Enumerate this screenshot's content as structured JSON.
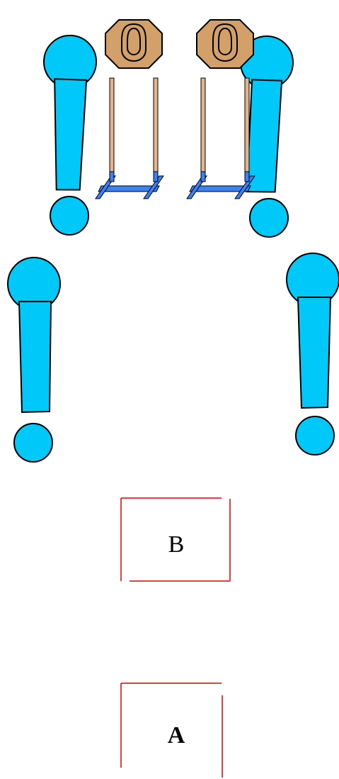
{
  "colors": {
    "background": "#ffffff",
    "no_shoot": "#00c8f8",
    "outline": "#000000",
    "target": "#d4a06a",
    "stand_wood": "#e6b48c",
    "stand_base": "#3b82f6",
    "box_border": "#e00000"
  },
  "no_shoot_targets": [
    {
      "name": "no-shoot-upper-left",
      "icon": "exclamation-no-shoot-icon"
    },
    {
      "name": "no-shoot-upper-right",
      "icon": "exclamation-no-shoot-icon"
    },
    {
      "name": "no-shoot-lower-left",
      "icon": "exclamation-no-shoot-icon"
    },
    {
      "name": "no-shoot-lower-right",
      "icon": "exclamation-no-shoot-icon"
    }
  ],
  "paper_targets": [
    {
      "name": "paper-target-left",
      "icon": "octagon-target-icon"
    },
    {
      "name": "paper-target-right",
      "icon": "octagon-target-icon"
    }
  ],
  "shooting_boxes": {
    "b_label": "B",
    "a_label": "A"
  }
}
